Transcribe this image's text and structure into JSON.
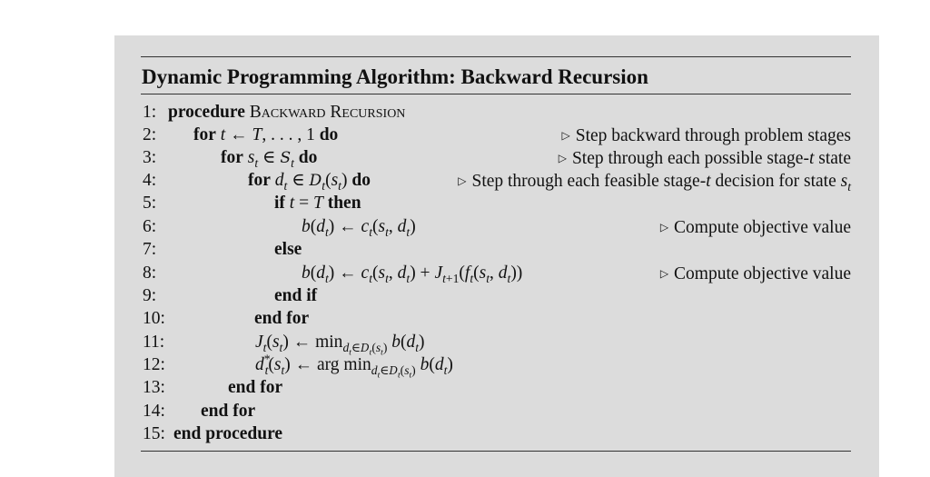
{
  "title": "Dynamic Programming Algorithm: Backward Recursion",
  "lines": [
    {
      "n": "1:",
      "kw1": "procedure",
      "name": "Backward Recursion"
    },
    {
      "n": "2:",
      "kw1": "for",
      "kw2": "do",
      "comment": "Step backward through problem stages"
    },
    {
      "n": "3:",
      "kw1": "for",
      "kw2": "do",
      "comment": "Step through each possible stage-t state"
    },
    {
      "n": "4:",
      "kw1": "for",
      "kw2": "do",
      "comment": "Step through each feasible stage-t decision for state s_t"
    },
    {
      "n": "5:",
      "kw1": "if",
      "kw2": "then"
    },
    {
      "n": "6:",
      "comment": "Compute objective value"
    },
    {
      "n": "7:",
      "kw1": "else"
    },
    {
      "n": "8:",
      "comment": "Compute objective value"
    },
    {
      "n": "9:",
      "kw1": "end if"
    },
    {
      "n": "10:",
      "kw1": "end for"
    },
    {
      "n": "11:"
    },
    {
      "n": "12:"
    },
    {
      "n": "13:",
      "kw1": "end for"
    },
    {
      "n": "14:",
      "kw1": "end for"
    },
    {
      "n": "15:",
      "kw1": "end procedure"
    }
  ]
}
